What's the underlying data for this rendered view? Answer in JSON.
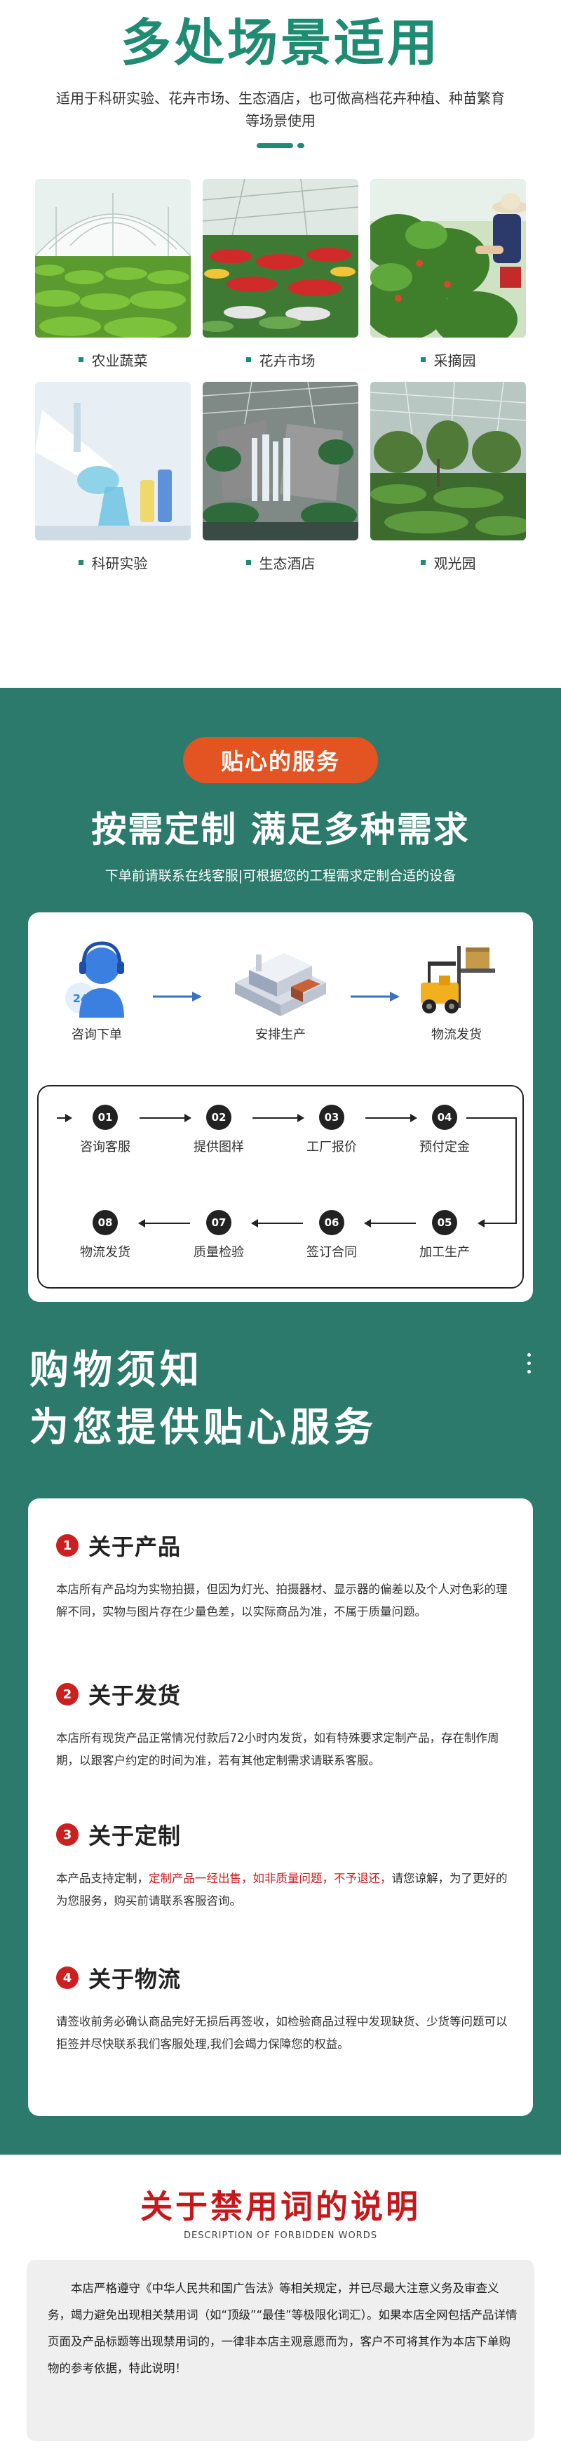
{
  "scenes": {
    "title": "多处场景适用",
    "intro": "适用于科研实验、花卉市场、生态酒店，也可做高档花卉种植、种苗繁育等场景使用",
    "items": [
      {
        "label": "农业蔬菜",
        "icon": "greenhouse-vegetables-photo"
      },
      {
        "label": "花卉市场",
        "icon": "flower-market-photo"
      },
      {
        "label": "采摘园",
        "icon": "picking-garden-photo"
      },
      {
        "label": "科研实验",
        "icon": "lab-experiment-photo"
      },
      {
        "label": "生态酒店",
        "icon": "eco-hotel-photo"
      },
      {
        "label": "观光园",
        "icon": "sightseeing-garden-photo"
      }
    ]
  },
  "service": {
    "badge": "贴心的服务",
    "title": "按需定制 满足多种需求",
    "subtitle": "下单前请联系在线客服|可根据您的工程需求定制合适的设备",
    "stages": [
      {
        "label": "咨询下单",
        "icon": "customer-service-icon"
      },
      {
        "label": "安排生产",
        "icon": "factory-icon"
      },
      {
        "label": "物流发货",
        "icon": "forklift-icon"
      }
    ],
    "steps": [
      {
        "num": "01",
        "label": "咨询客服"
      },
      {
        "num": "02",
        "label": "提供图样"
      },
      {
        "num": "03",
        "label": "工厂报价"
      },
      {
        "num": "04",
        "label": "预付定金"
      },
      {
        "num": "05",
        "label": "加工生产"
      },
      {
        "num": "06",
        "label": "签订合同"
      },
      {
        "num": "07",
        "label": "质量检验"
      },
      {
        "num": "08",
        "label": "物流发货"
      }
    ]
  },
  "notice": {
    "title_line1": "购物须知",
    "title_line2": "为您提供贴心服务",
    "items": [
      {
        "num": "1",
        "title": "关于产品",
        "body": "本店所有产品均为实物拍摄，但因为灯光、拍摄器材、显示器的偏差以及个人对色彩的理解不同，实物与图片存在少量色差，以实际商品为准，不属于质量问题。"
      },
      {
        "num": "2",
        "title": "关于发货",
        "body": "本店所有现货产品正常情况付款后72小时内发货，如有特殊要求定制产品，存在制作周期，以跟客户约定的时间为准，若有其他定制需求请联系客服。"
      },
      {
        "num": "3",
        "title": "关于定制",
        "body_pre": "本产品支持定制，",
        "body_red": "定制产品一经出售，如非质量问题，不予退还，",
        "body_post": "请您谅解，为了更好的为您服务，购买前请联系客服咨询。"
      },
      {
        "num": "4",
        "title": "关于物流",
        "body": "请签收前务必确认商品完好无损后再签收，如检验商品过程中发现缺货、少货等问题可以拒签并尽快联系我们客服处理,我们会竭力保障您的权益。"
      }
    ]
  },
  "forbidden": {
    "title": "关于禁用词的说明",
    "subtitle": "DESCRIPTION OF FORBIDDEN WORDS",
    "body": "本店严格遵守《中华人民共和国广告法》等相关规定，并已尽最大注意义务及审查义务，竭力避免出现相关禁用词（如“顶级”“最佳”等极限化词汇）。如果本店全网包括产品详情页面及产品标题等出现禁用词的，一律非本店主观意愿而为，客户不可将其作为本店下单购物的参考依据，特此说明！"
  },
  "colors": {
    "primary_green": "#1e8b72",
    "section_green": "#2b7a6b",
    "accent_orange": "#e35422",
    "accent_red": "#cc1f1f"
  }
}
